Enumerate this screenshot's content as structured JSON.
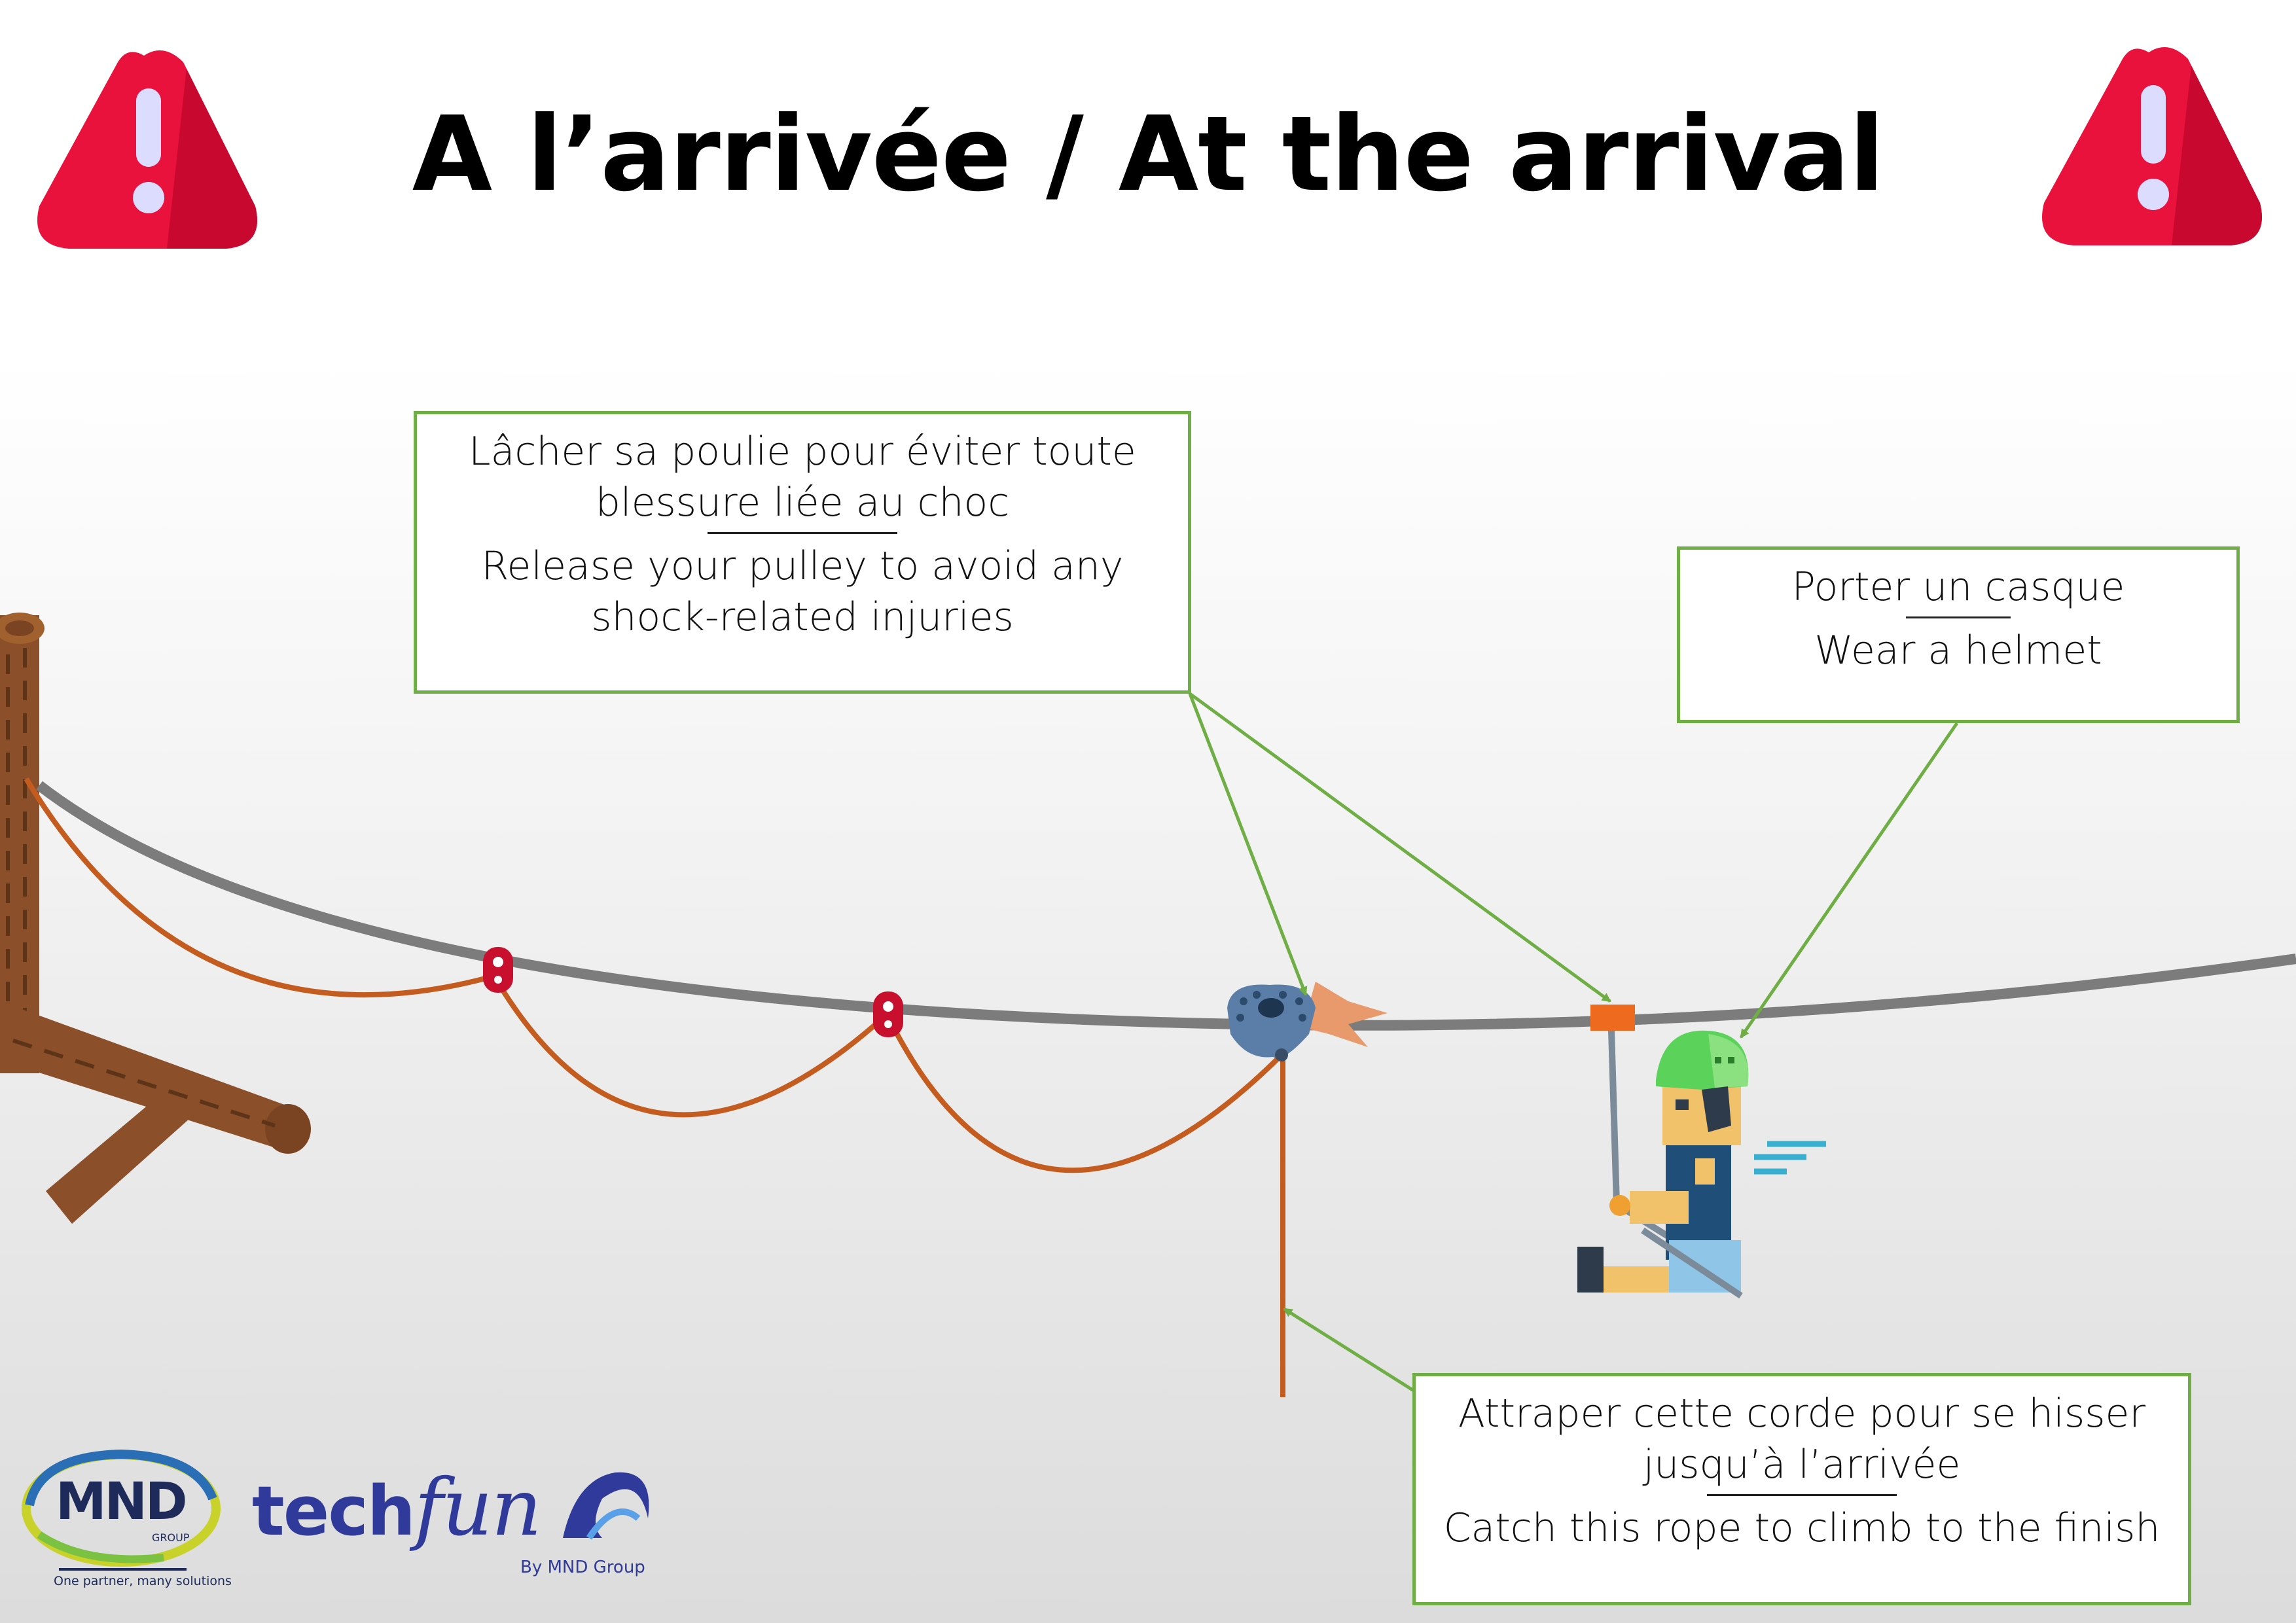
{
  "title": "A l’arrivée / At the arrival",
  "callouts": {
    "pulley": {
      "fr": "Lâcher sa poulie pour éviter toute blessure liée au choc",
      "separator": "____________",
      "en": "Release your pulley to avoid any shock-related injuries"
    },
    "helmet": {
      "fr": "Porter un casque",
      "separator": "______",
      "en": "Wear a helmet"
    },
    "rope": {
      "fr": "Attraper cette corde pour se hisser jusqu’à l’arrivée",
      "separator": "___________",
      "en": "Catch this rope to climb to the finish"
    }
  },
  "logos": {
    "mnd": {
      "text": "MND",
      "sub": "GROUP",
      "tagline": "One partner, many solutions"
    },
    "techfun": {
      "text_tech": "tech",
      "text_fun": "fun",
      "byline": "By MND Group"
    }
  },
  "icons": {
    "left": "warning-icon",
    "right": "warning-icon"
  },
  "colors": {
    "warning_red": "#e8123d",
    "callout_border": "#6fae44",
    "cable": "#7c7c7c",
    "rope": "#c45c1f",
    "wood": "#8b4f2a",
    "helmet": "#5bd35a",
    "techfun_blue": "#2f3a9a"
  }
}
